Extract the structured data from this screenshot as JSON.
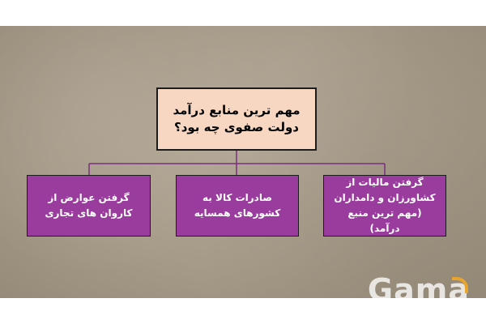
{
  "diagram": {
    "root": {
      "text": "مهم ترین منابع درآمد دولت صفوی چه بود؟"
    },
    "children": [
      {
        "text": "گرفتن مالیات از کشاورزان و دامداران (مهم ترین منبع درآمد)"
      },
      {
        "text": "صادرات کالا به کشورهای همسایه"
      },
      {
        "text": "گرفتن عوارض از کاروان های تجاری"
      }
    ],
    "colors": {
      "root_fill": "#f7d6c2",
      "child_fill": "#9a3c9e",
      "connector": "#7a2f7e",
      "background": "#a69a88"
    }
  },
  "watermark": {
    "text": "Gama"
  }
}
